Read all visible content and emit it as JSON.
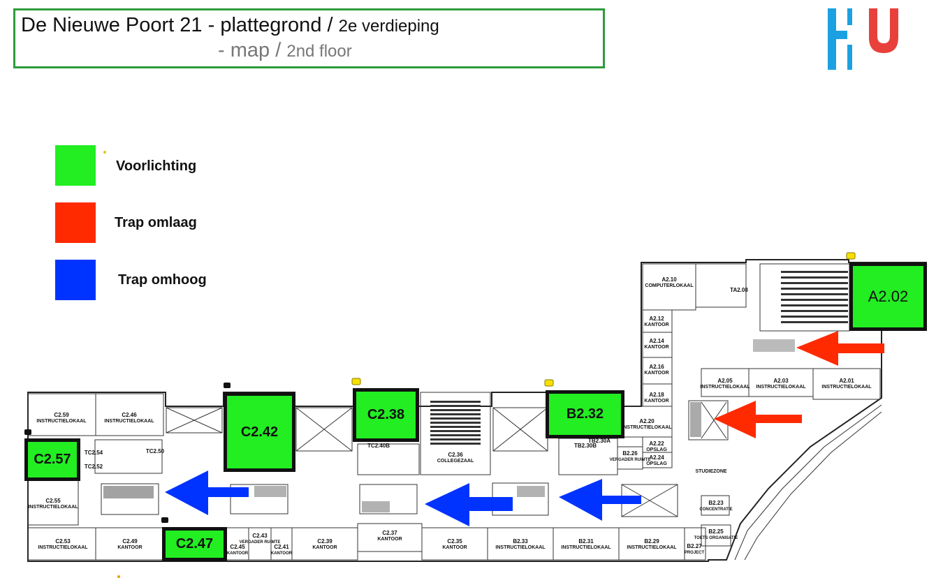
{
  "header": {
    "line1_main": "De Nieuwe Poort 21",
    "line1_sep": "-",
    "line1_plan": "plattegrond",
    "line1_slash": "/",
    "line1_floor": "2e verdieping",
    "line2_sep": "-",
    "line2_map": "map",
    "line2_slash": "/",
    "line2_floor": "2nd floor"
  },
  "logo": {
    "text": "HU",
    "blue": "#1ba1e2",
    "red": "#e8413c"
  },
  "legend": [
    {
      "label": "Voorlichting",
      "color": "#22ee22"
    },
    {
      "label": "Trap omlaag",
      "color": "#ff2a00"
    },
    {
      "label": "Trap omhoog",
      "color": "#0033ff"
    }
  ],
  "info_rooms": {
    "a202": "A2.02",
    "c242": "C2.42",
    "c238": "C2.38",
    "b232": "B2.32",
    "c257": "C2.57",
    "c247": "C2.47"
  },
  "rooms": {
    "c259": {
      "id": "C2.59",
      "label": "INSTRUCTIELOKAAL"
    },
    "c246": {
      "id": "C2.46",
      "label": "INSTRUCTIELOKAAL"
    },
    "c255": {
      "id": "C2.55",
      "label": "INSTRUCTIELOKAAL"
    },
    "c253": {
      "id": "C2.53",
      "label": "INSTRUCTIELOKAAL"
    },
    "c249": {
      "id": "C2.49",
      "label": "KANTOOR"
    },
    "c245": {
      "id": "C2.45",
      "label": "KANTOOR"
    },
    "c243": {
      "id": "C2.43",
      "label": "VERGADER RUIMTE"
    },
    "c241": {
      "id": "C2.41",
      "label": "KANTOOR"
    },
    "c239": {
      "id": "C2.39",
      "label": "KANTOOR"
    },
    "c237": {
      "id": "C2.37",
      "label": "KANTOOR"
    },
    "c236": {
      "id": "C2.36",
      "label": "COLLEGEZAAL"
    },
    "c235": {
      "id": "C2.35",
      "label": "KANTOOR"
    },
    "b233": {
      "id": "B2.33",
      "label": "INSTRUCTIELOKAAL"
    },
    "b231": {
      "id": "B2.31",
      "label": "INSTRUCTIELOKAAL"
    },
    "b229": {
      "id": "B2.29",
      "label": "INSTRUCTIELOKAAL"
    },
    "b227": {
      "id": "B2.27",
      "label": "PROJECT"
    },
    "b225": {
      "id": "B2.25",
      "label": "TOETS ORGANISATIE"
    },
    "b223": {
      "id": "B2.23",
      "label": "CONCENTRATIE"
    },
    "b226": {
      "id": "B2.26",
      "label": "VERGADER RUIMTE"
    },
    "a220": {
      "id": "A2.20",
      "label": "INSTRUCTIELOKAAL"
    },
    "a222": {
      "id": "A2.22",
      "label": "OPSLAG"
    },
    "a224": {
      "id": "A2.24",
      "label": "OPSLAG"
    },
    "a218": {
      "id": "A2.18",
      "label": "KANTOOR"
    },
    "a216": {
      "id": "A2.16",
      "label": "KANTOOR"
    },
    "a214": {
      "id": "A2.14",
      "label": "KANTOOR"
    },
    "a212": {
      "id": "A2.12",
      "label": "KANTOOR"
    },
    "a210": {
      "id": "A2.10",
      "label": "COMPUTERLOKAAL"
    },
    "a205": {
      "id": "A2.05",
      "label": "INSTRUCTIELOKAAL"
    },
    "a203": {
      "id": "A2.03",
      "label": "INSTRUCTIELOKAAL"
    },
    "a201": {
      "id": "A2.01",
      "label": "INSTRUCTIELOKAAL"
    },
    "studiezone": "STUDIEZONE",
    "ta208": "TA2.08",
    "tc254": "TC2.54",
    "tc252": "TC2.52",
    "tc250": "TC2.50",
    "tc240b": "TC2.40B",
    "tb230a": "TB2.30A",
    "tb230b": "TB2.30B"
  }
}
